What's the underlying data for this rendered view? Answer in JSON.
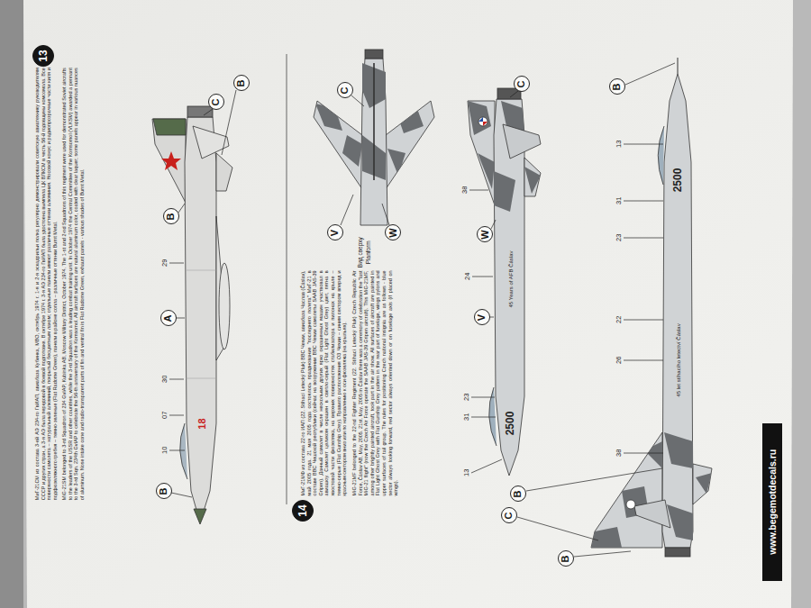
{
  "diagram": {
    "nodes": [
      {
        "text": [
          "13"
        ]
      },
      {
        "text": [
          "B"
        ]
      },
      {
        "text": [
          "C"
        ]
      },
      {
        "text": [
          "B"
        ]
      },
      {
        "text": [
          "A"
        ]
      },
      {
        "text": [
          "B"
        ]
      },
      {
        "text": [
          "14"
        ]
      },
      {
        "text": [
          "C"
        ]
      },
      {
        "text": [
          "V"
        ]
      },
      {
        "text": [
          "W"
        ]
      },
      {
        "text": [
          "C"
        ]
      },
      {
        "text": [
          "W"
        ]
      },
      {
        "text": [
          "V"
        ]
      },
      {
        "text": [
          "B"
        ]
      },
      {
        "text": [
          "C"
        ]
      },
      {
        "text": [
          "B"
        ]
      },
      {
        "text": [
          "B"
        ]
      }
    ],
    "labels": [
      "МиГ-21СМ из состава 3-ей АЭ 234-го ГвИАП, авиабаза Кубинка, МВО, октябрь 1974 г. 1-я и 2-я эскадрильи полка регулярно демонстрировали советскую авиатехнику руководителям СССР и других стран, а 3-я АЭ была передовой в боевой подготовке. В октябре 1974 г. 3-я АЭ 234-го ГвИАП была удостоена вымпела ЦК ВЛКСМ в честь 56-й годовщины комсомола. Все поверхности самолета – натуральный алюминий, покрытый бесцветным лаком; отдельные панели имеют различные оттенки алюминия. Носовой конус и радиопрозрачные части киля и подфюзеляжного гребня – темно-зеленые (Flat Radome Green), панели в районе сопла – различные оттенки Burnt Metal.",
      "MiG-21SM belonged to 3-rd Squadron of 234 GvIAP, Kubinka AB, Moscow Military District, October 1974. The 1-st and 2-nd Squadrons of this regiment were used for demonstrated Soviet aircrafts to the leaders of the USSR and other countries, while the 3-rd Squadron was a leading combat training unit. In October 1974 the Central Committee of the Komsomol (VLKSM) awarded a pennant to the 3-rd Sqn. 234th GvIAP to celebrate the 56-th anniversary of the Komsomol. All aircraft surfaces are natural aluminum color, coated with clear laquer; some panels appear in various nuances of aluminum. Nose intake cone and radio-transparent parts of fin and ventral fin is Flat Radome Green, exhaust panels - various shades of Burnt Metal.",
      "29",
      "30",
      "07",
      "10",
      "18",
      "МиГ-21МФ из состава 22-го ИАП (22. Stíhací Letecký Pluk) ВВС Чехии, авиабаза Часлав (Čáslav), май 2005 года. 21 мая 2005 года состоялось празднование \"последнего полета\" МиГ-21 в составе ВВС Чешской республики (сейчас на вооружении ВВС Чехии самолеты SAAB JAS-39 Gripen). Данный самолет в числе нескольких других ярко окрашенных машин участвовал в авиашоу. Самолет целиком окрашен в светло-серый (Flat Light Ghost Grey) цвет, пятна в хвостовой части фюзеляжа, на верхних поверхностях стабилизатора и пилонах на крыле – темно-серые (Flat Gunship Grey). Правило расположения ОЗ Чехии – синим сектором вперед и красным сектором вниз или по направлению к оси фюзеляжа (на крыльях).",
      "MiG-21MF belonged to the 22-nd Fighter Regiment (22. Stíhací Letecký Pluk) Czech Republic Air Force, Čáslav AB, May, 2005. 21st. May, 2005 in Čáslav there was a ceremony of celebration the \"last MiG-21 flight\" (now the Czech Air Force operate the SAAB JAS-39 Gripen aircraft). This MiG-21MF, among other brightly painted aircraft, took part in the air show. All surfaces of aircraft are painted in Flat Light Ghost Grey with Flat Gunship Grey pattern in the rear part of fuselage, wings pylons and upper surfaces of tail group. The rules for positioning Czech national insignia are as follows - blue sector always looking forward, red sector always oriented down or on fuselage axis (if placed on wings).",
      "Вид сверху",
      "Planform",
      "38",
      "24",
      "23",
      "31",
      "13",
      "2500",
      "45 Years of AFB Čáslav",
      "13",
      "31",
      "23",
      "22",
      "26",
      "38",
      "2500",
      "45 let stíhacího letectví Čáslav",
      "www.begemotdecals.ru"
    ]
  }
}
